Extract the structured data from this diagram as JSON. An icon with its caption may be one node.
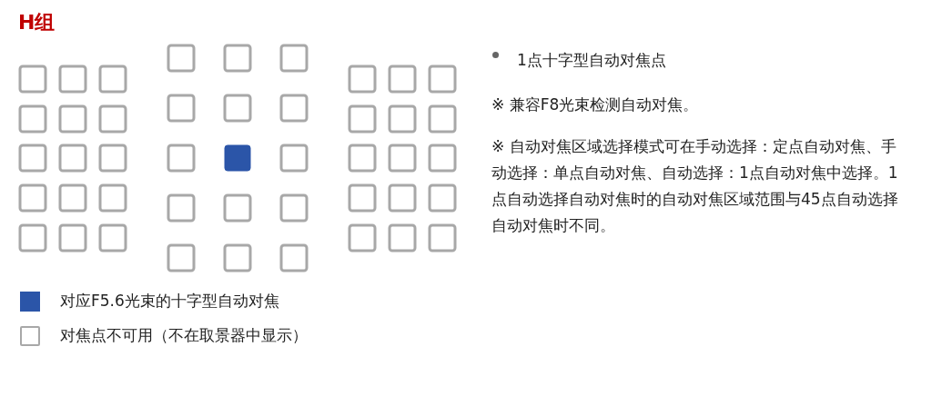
{
  "diagram": {
    "title": "H组",
    "labels": [
      "1点十字型自动对焦点",
      "※ 兼容F8光束检测自动对焦。",
      "※ 自动对焦区域选择模式可在手动选择：定点自动对焦、手动选择：单点自动对焦、自动选择：1点自动对焦中选择。1点自动选择自动对焦时的自动对焦区域范围与45点自动选择自动对焦时不同。"
    ],
    "legend": [
      {
        "text": "对应F5.6光束的十字型自动对焦",
        "color": "#2b55a8"
      },
      {
        "text": "对焦点不可用（不在取景器中显示）"
      }
    ]
  }
}
